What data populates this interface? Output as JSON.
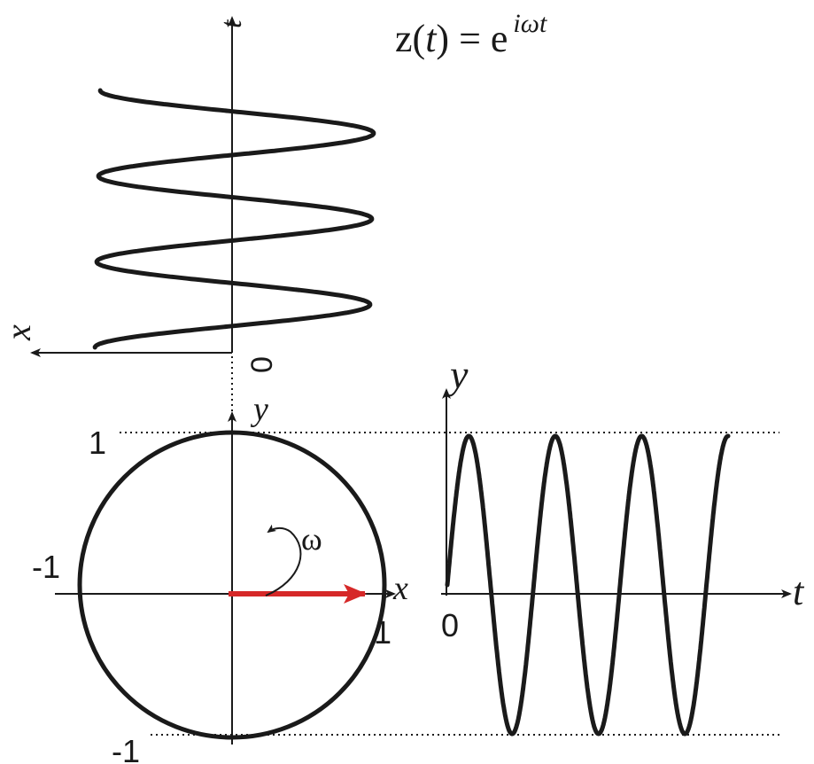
{
  "formula": {
    "lhs": "z(",
    "var": "t",
    "rhs": ") = e",
    "exponent": "iωt"
  },
  "top_panel": {
    "vertical_axis_label": "t",
    "horizontal_axis_label": "x",
    "origin_label": "0",
    "turns": 3
  },
  "circle_panel": {
    "x_label": "x",
    "y_label": "y",
    "tick_pos_x": "1",
    "tick_neg_x": "-1",
    "tick_pos_y": "1",
    "tick_neg_y": "-1",
    "omega_label": "ω",
    "vector_color": "#d62828"
  },
  "wave_panel": {
    "x_label": "t",
    "y_label": "y",
    "origin_label": "0",
    "cycles": 3
  },
  "colors": {
    "ink": "#1a1a1a",
    "accent": "#d62828"
  }
}
